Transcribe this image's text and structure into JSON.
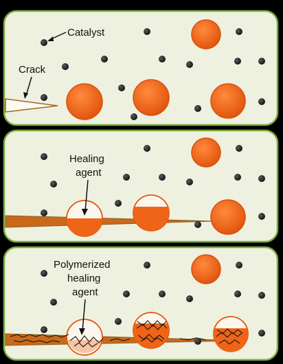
{
  "panels": [
    {
      "id": "panel-1",
      "labels": {
        "catalyst": "Catalyst",
        "crack": "Crack"
      }
    },
    {
      "id": "panel-2",
      "labels": {
        "healing_line1": "Healing",
        "healing_line2": "agent"
      }
    },
    {
      "id": "panel-3",
      "labels": {
        "poly_line1": "Polymerized",
        "poly_line2": "healing",
        "poly_line3": "agent"
      }
    }
  ],
  "colors": {
    "background": "#000000",
    "panel_fill": "#eef1df",
    "panel_stroke": "#7aab3f",
    "capsule": "#f06418",
    "capsule_stroke": "#d94f0e",
    "catalyst": "#1b1b1b",
    "crack_fill": "#a06a22",
    "polymer": "#2a1a10"
  }
}
